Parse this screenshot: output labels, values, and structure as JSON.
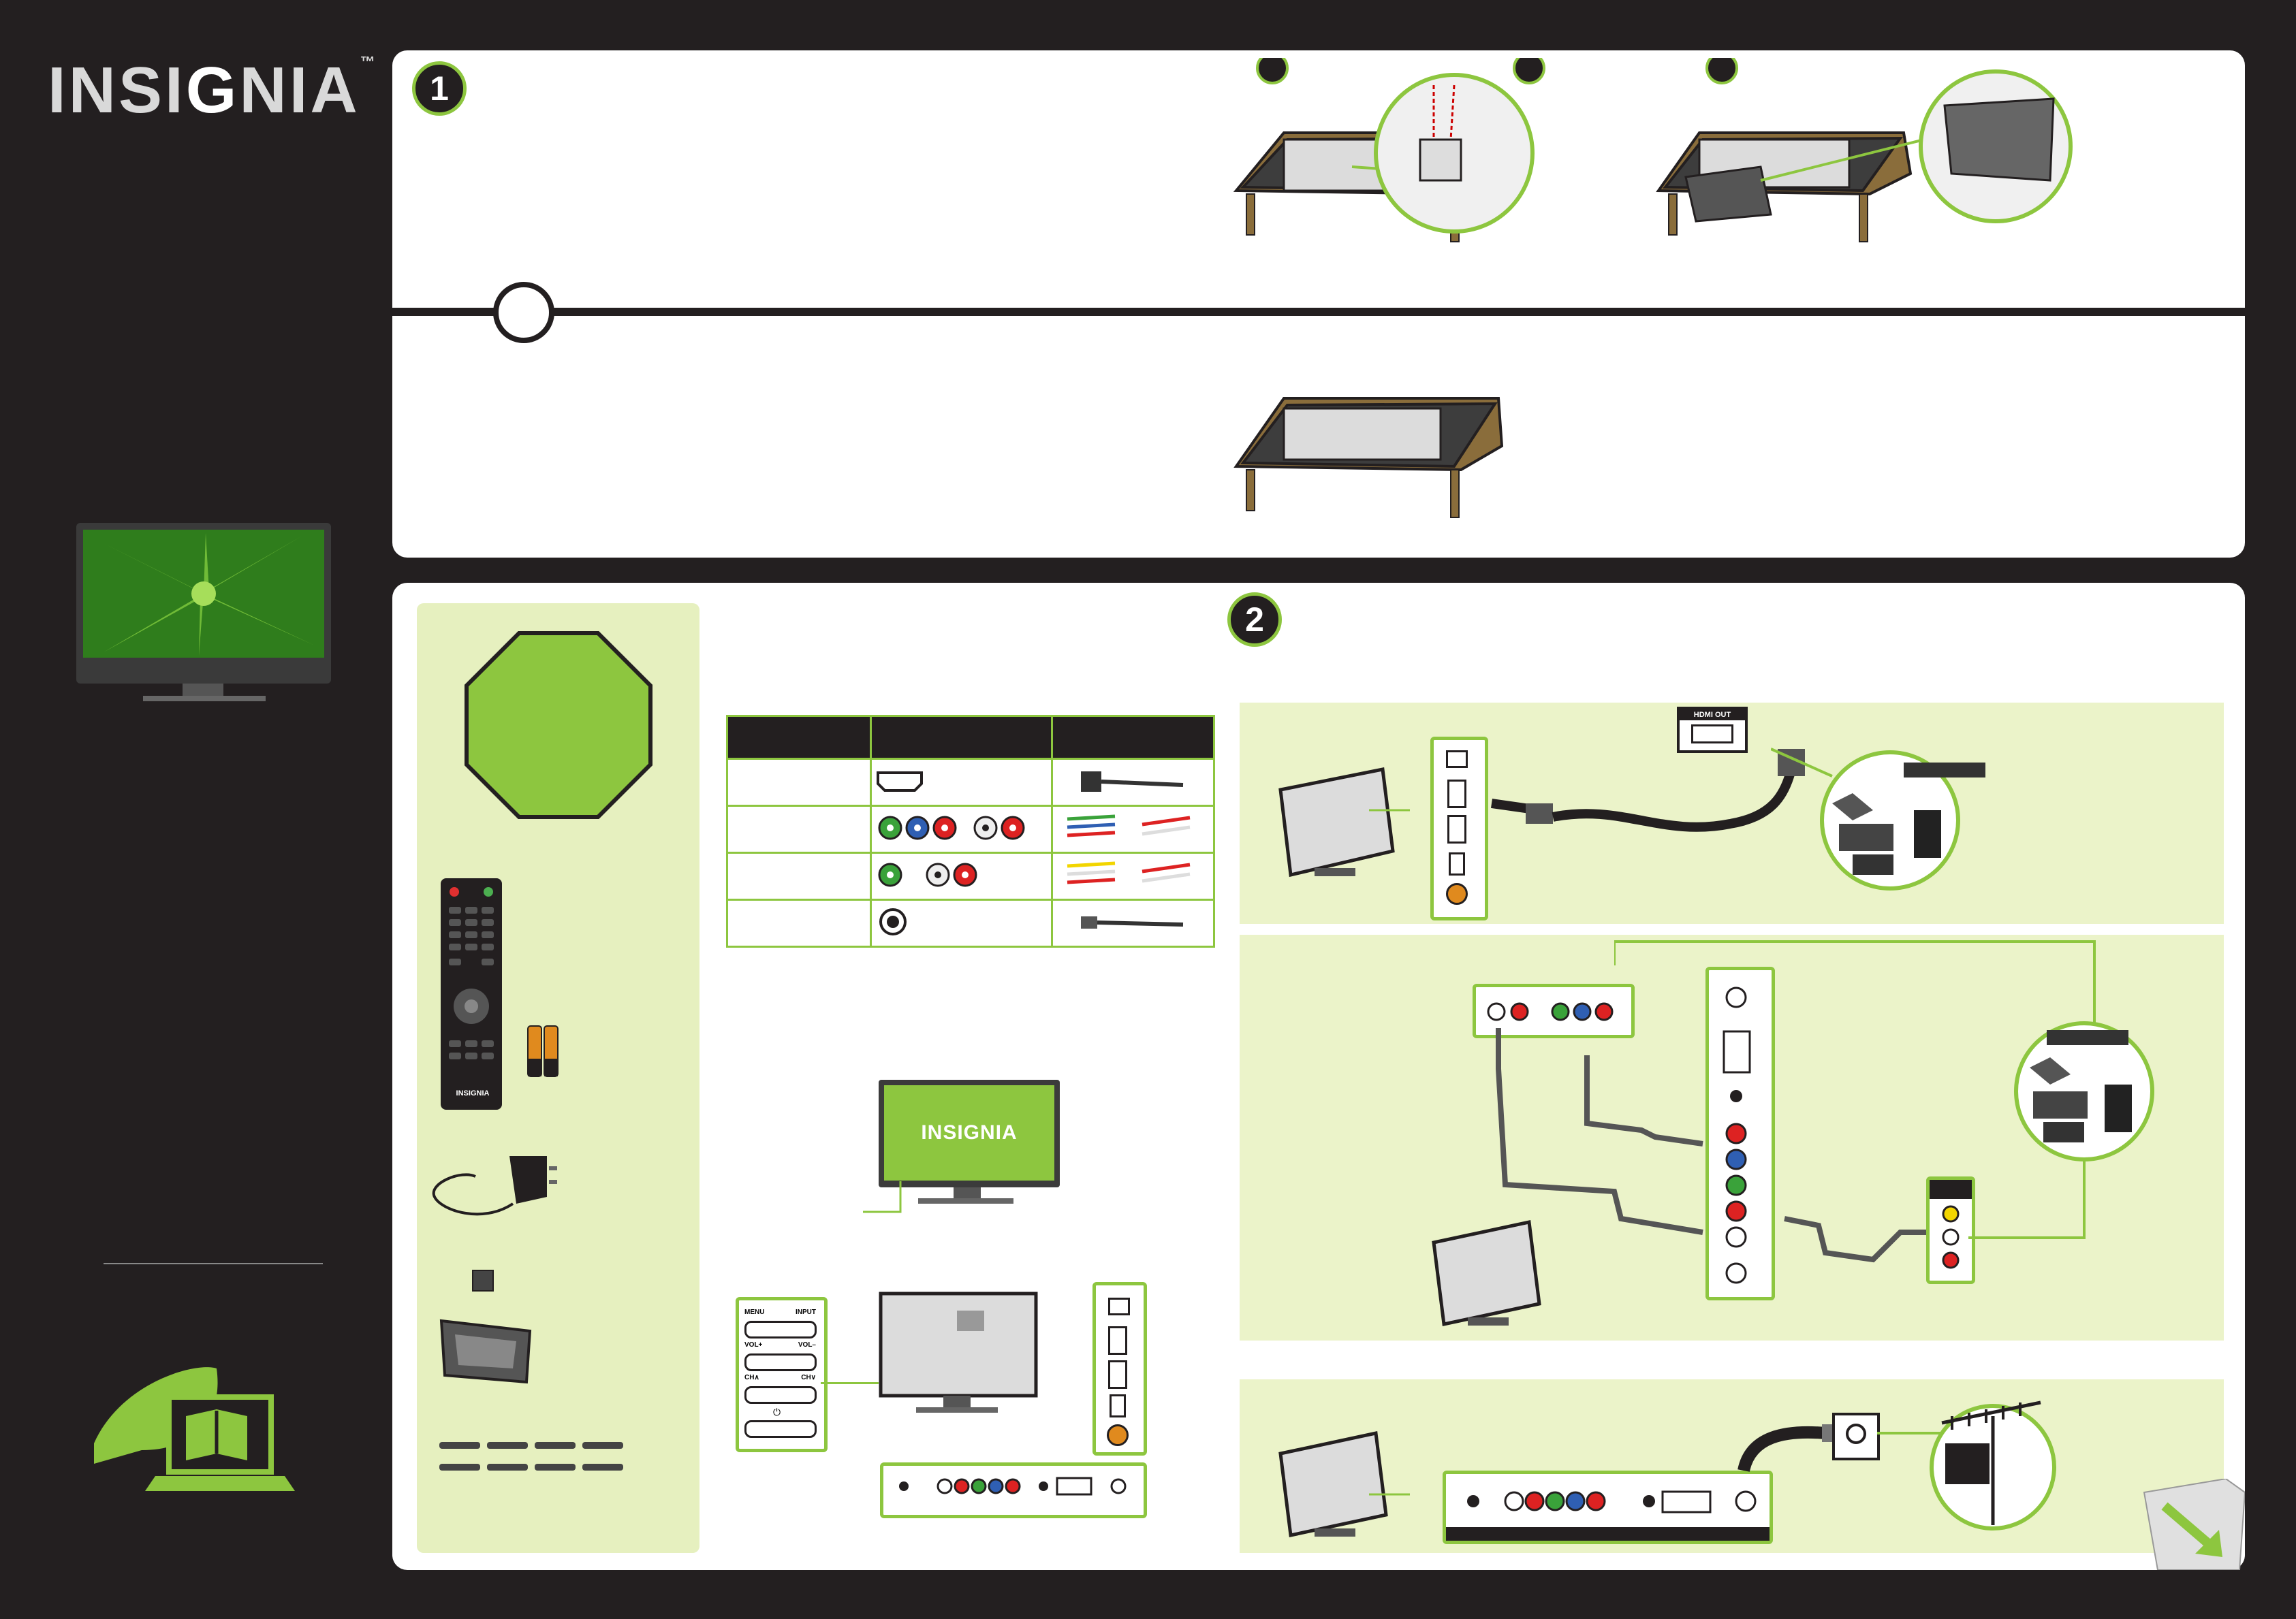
{
  "brand": {
    "name_a": "INSI",
    "name_g": "G",
    "name_b": "NIA",
    "mark": "™"
  },
  "steps": {
    "step1": "1",
    "step2": "2"
  },
  "tv_screen_logo": "INSIGNIA",
  "remote_logo": "INSIGNIA",
  "side_panel_buttons": [
    "MENU",
    "INPUT",
    "VOL+",
    "VOL–",
    "CH∧",
    "CH∨"
  ],
  "hdmi_out_label": "HDMI OUT",
  "colors": {
    "accent": "#8dc63f",
    "dark": "#231f20",
    "panel_bg": "#ffffff",
    "section_bg": "#ebf3c9"
  },
  "icons": [
    "leaf-icon",
    "book-icon",
    "laptop-icon",
    "page-curl-arrow-icon",
    "antenna-icon"
  ]
}
